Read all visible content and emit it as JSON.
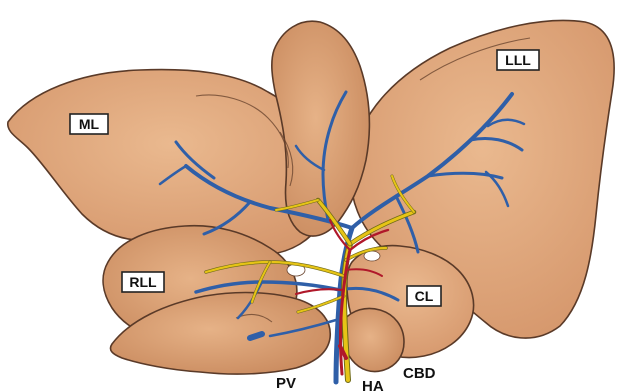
{
  "labels": {
    "ml": "ML",
    "lll": "LLL",
    "rll": "RLL",
    "cl": "CL",
    "pv": "PV",
    "ha": "HA",
    "cbd": "CBD"
  },
  "colors": {
    "lobe_fill": "#e2aa7e",
    "lobe_shade": "#cf8f62",
    "portal_vein": "#2f5fa8",
    "hepatic_artery": "#b0182a",
    "bile_duct": "#e6c416",
    "background": "#ffffff"
  }
}
